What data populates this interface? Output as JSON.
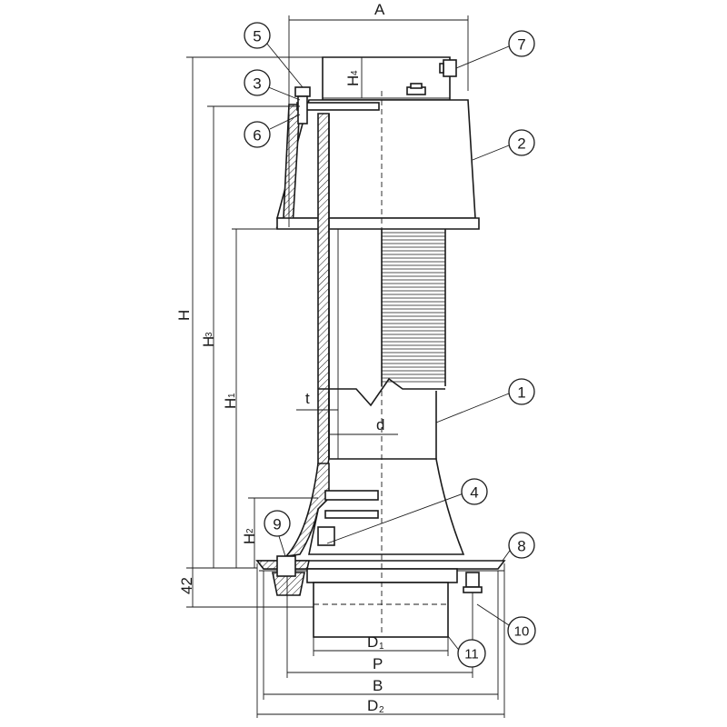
{
  "dimensions": {
    "A": "A",
    "H": "H",
    "H3": "H",
    "H3_sub": "3",
    "H1": "H",
    "H1_sub": "1",
    "H2": "H",
    "H2_sub": "2",
    "H4": "H",
    "H4_sub": "4",
    "t": "t",
    "d": "d",
    "dim42": "42",
    "D1": "D",
    "D1_sub": "1",
    "P": "P",
    "B": "B",
    "D2": "D",
    "D2_sub": "2"
  },
  "callouts": [
    "1",
    "2",
    "3",
    "4",
    "5",
    "6",
    "7",
    "8",
    "9",
    "10",
    "11"
  ]
}
